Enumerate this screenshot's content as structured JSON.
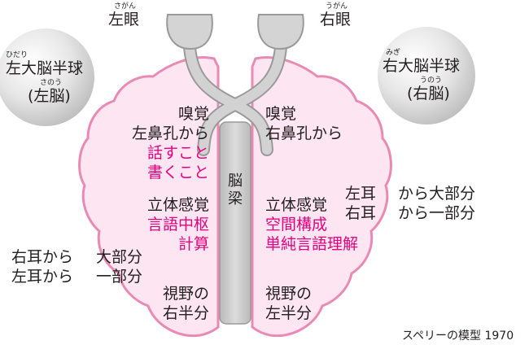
{
  "eyes": {
    "left": {
      "label": "左眼",
      "ruby": "さがん"
    },
    "right": {
      "label": "右眼",
      "ruby": "うがん"
    }
  },
  "hemispheres": {
    "left": {
      "line1": "左大脳半球",
      "line1_ruby": "ひだり",
      "line2": "(左脳)",
      "line2_ruby": "さのう"
    },
    "right": {
      "line1": "右大脳半球",
      "line1_ruby": "みぎ",
      "line2": "(右脳)",
      "line2_ruby": "うのう"
    }
  },
  "corpus_callosum": [
    "脳",
    "梁"
  ],
  "left_brain": {
    "smell": [
      "嗅覚",
      "左鼻孔から"
    ],
    "language_output": [
      "話すこと",
      "書くこと"
    ],
    "stereognosis": "立体感覚",
    "language_functions": [
      "言語中枢",
      "計算"
    ],
    "ear_labels": [
      "大部分",
      "一部分"
    ],
    "vision": [
      "視野の",
      "右半分"
    ]
  },
  "right_brain": {
    "smell": [
      "嗅覚",
      "右鼻孔から"
    ],
    "stereognosis": "立体感覚",
    "spatial_functions": [
      "空間構成",
      "単純言語理解"
    ],
    "ear_labels": [
      "左耳",
      "右耳"
    ],
    "vision": [
      "視野の",
      "左半分"
    ]
  },
  "outer_ear_left": [
    "右耳から",
    "左耳から"
  ],
  "outer_ear_right": [
    "から大部分",
    "から一部分"
  ],
  "credit": "スペリーの模型 1970",
  "colors": {
    "pink_text": "#e4007f",
    "brain_fill": "#fde6f1",
    "brain_stroke": "#e98ab5",
    "gray": "#c8c8c8"
  }
}
